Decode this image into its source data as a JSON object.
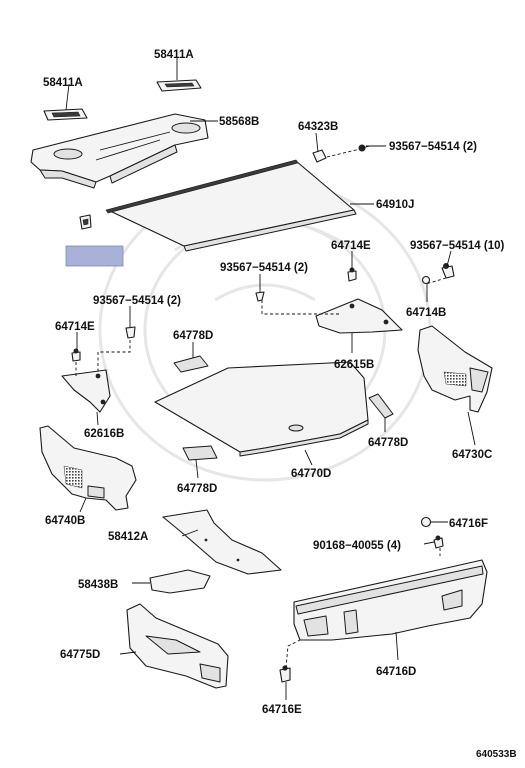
{
  "parts": {
    "p58411a_top": "58411A",
    "p58411a_left": "58411A",
    "p58568b": "58568B",
    "p64323b": "64323B",
    "p93567_top": "93567−54514 (2)",
    "p64910j": "64910J",
    "p64714e_mid": "64714E",
    "p93567_right": "93567−54514 (10)",
    "p93567_mid": "93567−54514 (2)",
    "p64714b": "64714B",
    "p93567_left": "93567−54514 (2)",
    "p64714e_left": "64714E",
    "p64778d_top": "64778D",
    "p62615b": "62615B",
    "p62616b": "62616B",
    "p64778d_right": "64778D",
    "p64730c": "64730C",
    "p64740b": "64740B",
    "p64778d_bottom": "64778D",
    "p64770d": "64770D",
    "p64716f": "64716F",
    "p58412a": "58412A",
    "p90168": "90168−40055 (4)",
    "p58438b": "58438B",
    "p64775d": "64775D",
    "p64716d": "64716D",
    "p64716e": "64716E"
  },
  "diagram_ref": "640533B",
  "highlight_color": "#a9b1d8"
}
